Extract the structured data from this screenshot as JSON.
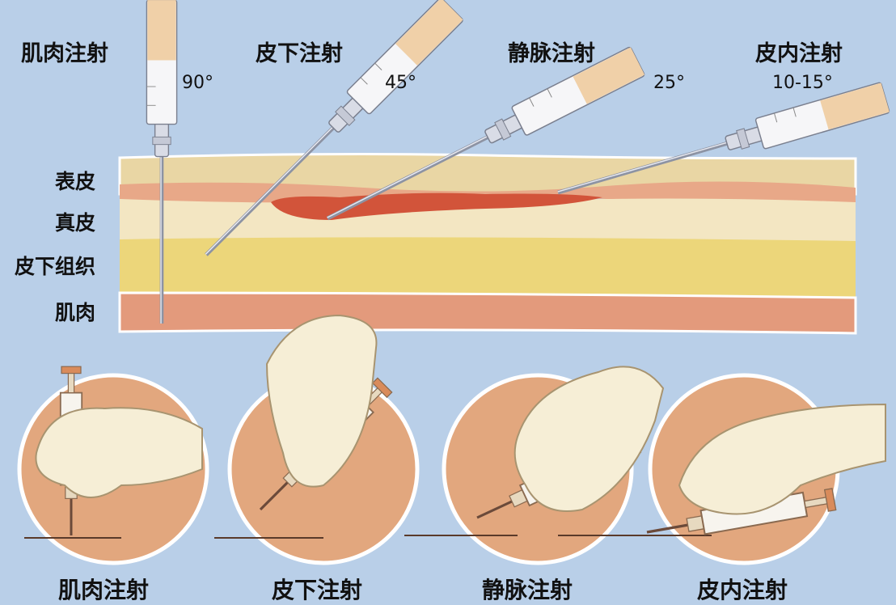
{
  "title_labels": [
    "肌肉注射",
    "皮下注射",
    "静脉注射",
    "皮内注射"
  ],
  "angles": [
    "90°",
    "45°",
    "25°",
    "10-15°"
  ],
  "layers": [
    "表皮",
    "真皮",
    "皮下组织",
    "肌肉"
  ],
  "bottom_labels": [
    "肌肉注射",
    "皮下注射",
    "静脉注射",
    "皮内注射"
  ],
  "colors": {
    "background": "#b9cfe8",
    "epidermis": "#e9d6a4",
    "dermis": "#f3e6c2",
    "subcutaneous": "#ecd67a",
    "muscle": "#e39a7c",
    "vein": "#d2543a",
    "circle": "#e2a77e"
  }
}
